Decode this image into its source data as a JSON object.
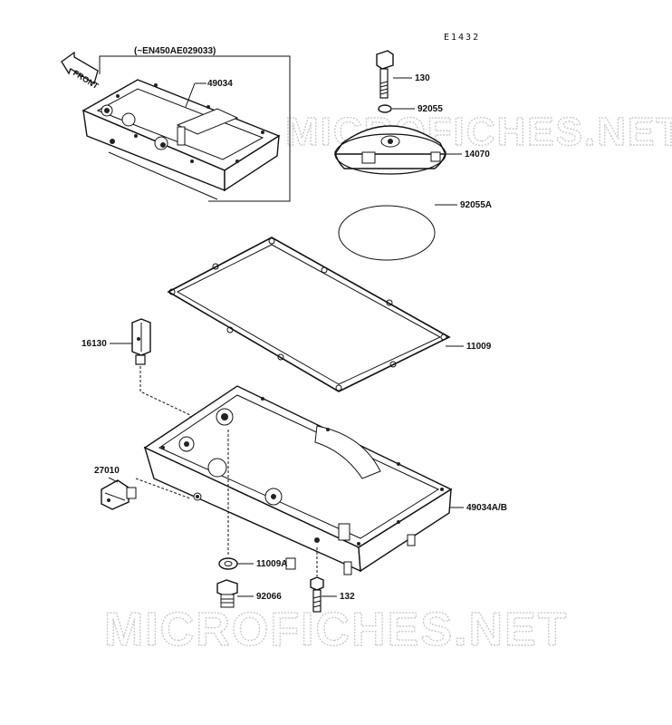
{
  "diagram_code": "E1432",
  "inset_caption": "(~EN450AE029033)",
  "front_label": "FRONT",
  "watermark": "MICROFICHES.NET",
  "parts": [
    {
      "number": "49034"
    },
    {
      "number": "130"
    },
    {
      "number": "92055"
    },
    {
      "number": "14070"
    },
    {
      "number": "92055A"
    },
    {
      "number": "11009"
    },
    {
      "number": "16130"
    },
    {
      "number": "27010"
    },
    {
      "number": "49034A/B"
    },
    {
      "number": "11009A"
    },
    {
      "number": "92066"
    },
    {
      "number": "132"
    }
  ]
}
